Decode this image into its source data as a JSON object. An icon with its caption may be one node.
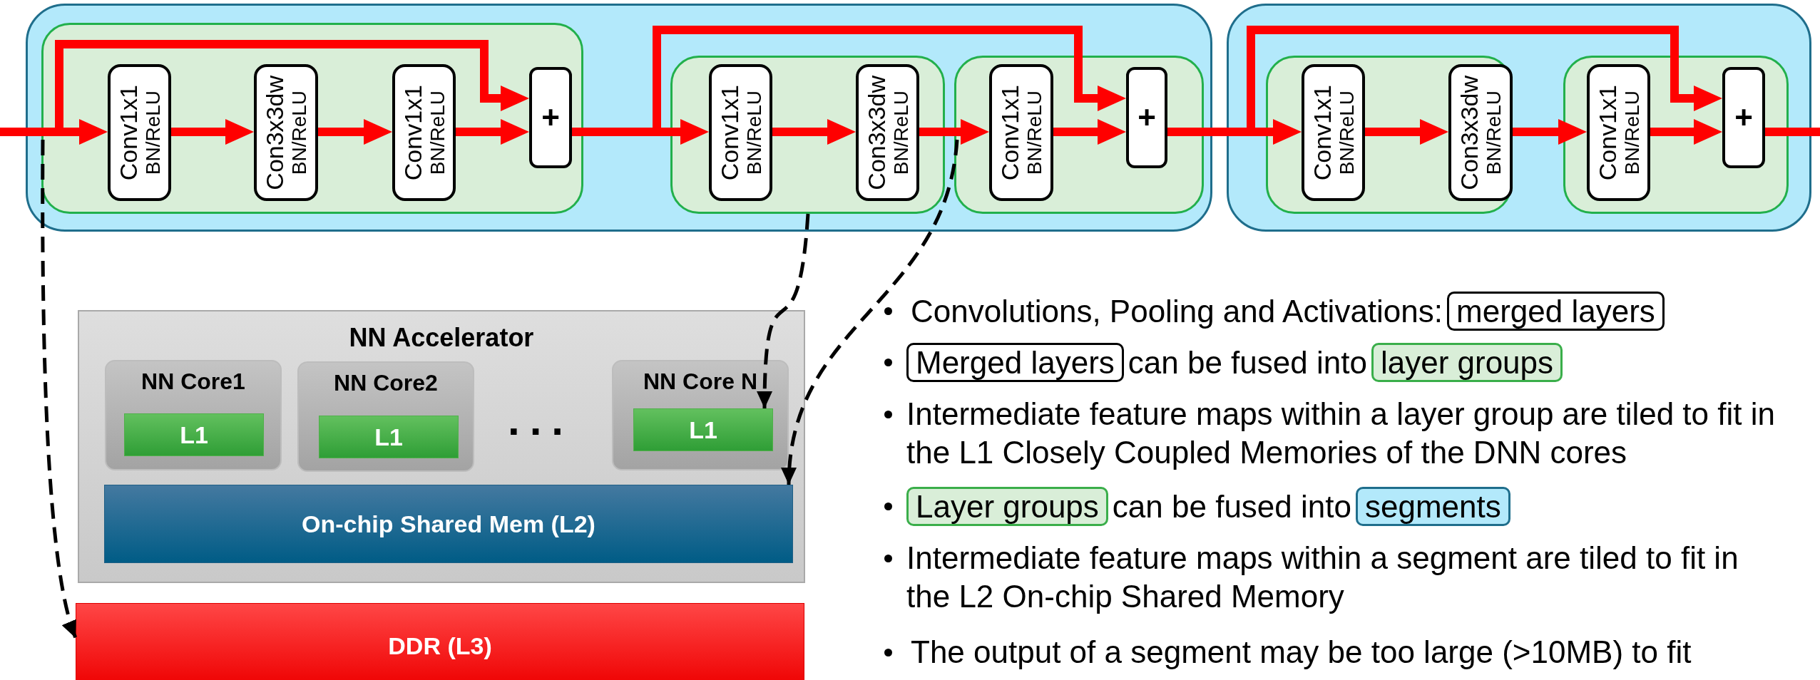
{
  "diagram": {
    "nodes": [
      {
        "text": [],
        "shape": "box"
      },
      {
        "text": [],
        "shape": "box",
        "in": 0
      },
      {
        "text": [
          "Conv1x1",
          "BN/ReLU"
        ],
        "in": 1
      },
      {
        "text": [
          "Con3x3dw",
          "BN/ReLU"
        ],
        "in": 1
      },
      {
        "text": [
          "Conv1x1",
          "BN/ReLU"
        ],
        "in": 1
      },
      {
        "text": [
          "+"
        ],
        "in": 1
      },
      {
        "text": [],
        "shape": "box",
        "in": 0
      },
      {
        "text": [
          "Conv1x1",
          "BN/ReLU"
        ],
        "in": 6
      },
      {
        "text": [
          "Con3x3dw",
          "BN/ReLU"
        ],
        "in": 6
      },
      {
        "text": [],
        "shape": "box",
        "in": 0
      },
      {
        "text": [
          "Conv1x1",
          "BN/ReLU"
        ],
        "in": 9
      },
      {
        "text": [
          "+"
        ],
        "in": 9
      },
      {
        "text": [],
        "shape": "box"
      },
      {
        "text": [],
        "shape": "box",
        "in": 12
      },
      {
        "text": [
          "Conv1x1",
          "BN/ReLU"
        ],
        "in": 13
      },
      {
        "text": [
          "Con3x3dw",
          "BN/ReLU"
        ],
        "in": 13
      },
      {
        "text": [],
        "shape": "box",
        "in": 12
      },
      {
        "text": [
          "Conv1x1",
          "BN/ReLU"
        ],
        "in": 16
      },
      {
        "text": [
          "+"
        ],
        "in": 16
      },
      {
        "text": [
          "NN Accelerator"
        ]
      },
      {
        "text": [
          "NN Core1"
        ],
        "in": 19
      },
      {
        "text": [
          "L1"
        ],
        "in": 20
      },
      {
        "text": [
          "NN Core2"
        ],
        "in": 19
      },
      {
        "text": [
          "L1"
        ],
        "in": 22
      },
      {
        "text": [
          "NN Core N"
        ],
        "in": 19
      },
      {
        "text": [
          "L1"
        ],
        "in": 24
      },
      {
        "text": [
          "On-chip Shared Mem (L2)"
        ],
        "in": 19
      },
      {
        "text": [
          "DDR (L3)"
        ]
      },
      {
        "text": [
          "merged layers"
        ]
      },
      {
        "text": [
          "Merged layers"
        ]
      },
      {
        "text": [
          "layer groups"
        ]
      },
      {
        "text": [
          "Layer groups"
        ]
      },
      {
        "text": [
          "segments"
        ]
      }
    ],
    "edges": [
      {
        "from": null,
        "to": 2,
        "arrow": "to"
      },
      {
        "from": null,
        "to": 5,
        "arrow": "to"
      },
      {
        "from": 2,
        "to": 3,
        "arrow": "to"
      },
      {
        "from": 3,
        "to": 4,
        "arrow": "to"
      },
      {
        "from": 4,
        "to": 5,
        "arrow": "to"
      },
      {
        "from": 5,
        "to": 7,
        "arrow": "to"
      },
      {
        "from": 5,
        "to": 11,
        "arrow": "to"
      },
      {
        "from": 7,
        "to": 8,
        "arrow": "to"
      },
      {
        "from": 8,
        "to": 10,
        "arrow": "to"
      },
      {
        "from": 10,
        "to": 11,
        "arrow": "to"
      },
      {
        "from": 11,
        "to": 14,
        "arrow": "to"
      },
      {
        "from": 11,
        "to": 18,
        "arrow": "to"
      },
      {
        "from": 14,
        "to": 15,
        "arrow": "to"
      },
      {
        "from": 15,
        "to": 17,
        "arrow": "to"
      },
      {
        "from": 17,
        "to": 18,
        "arrow": "to"
      },
      {
        "from": 18,
        "to": null,
        "arrow": "none"
      },
      {
        "from": 1,
        "to": 27,
        "arrow": "to",
        "style": "dashed",
        "color": "#000000"
      },
      {
        "from": 6,
        "to": 25,
        "arrow": "to",
        "style": "dashed",
        "color": "#000000"
      },
      {
        "from": 9,
        "to": 26,
        "arrow": "to",
        "style": "dashed",
        "color": "#000000"
      }
    ],
    "labels": [
      "...",
      "Convolutions, Pooling and Activations:",
      "can be fused into",
      "Intermediate feature maps within a layer group are tiled to fit in the L1 Closely Coupled Memories of the DNN cores",
      "can be fused into",
      "Intermediate feature maps within a segment are tiled to fit in the L2 On-chip Shared Memory",
      "The output of a segment may be too large (>10MB) to fit"
    ]
  }
}
